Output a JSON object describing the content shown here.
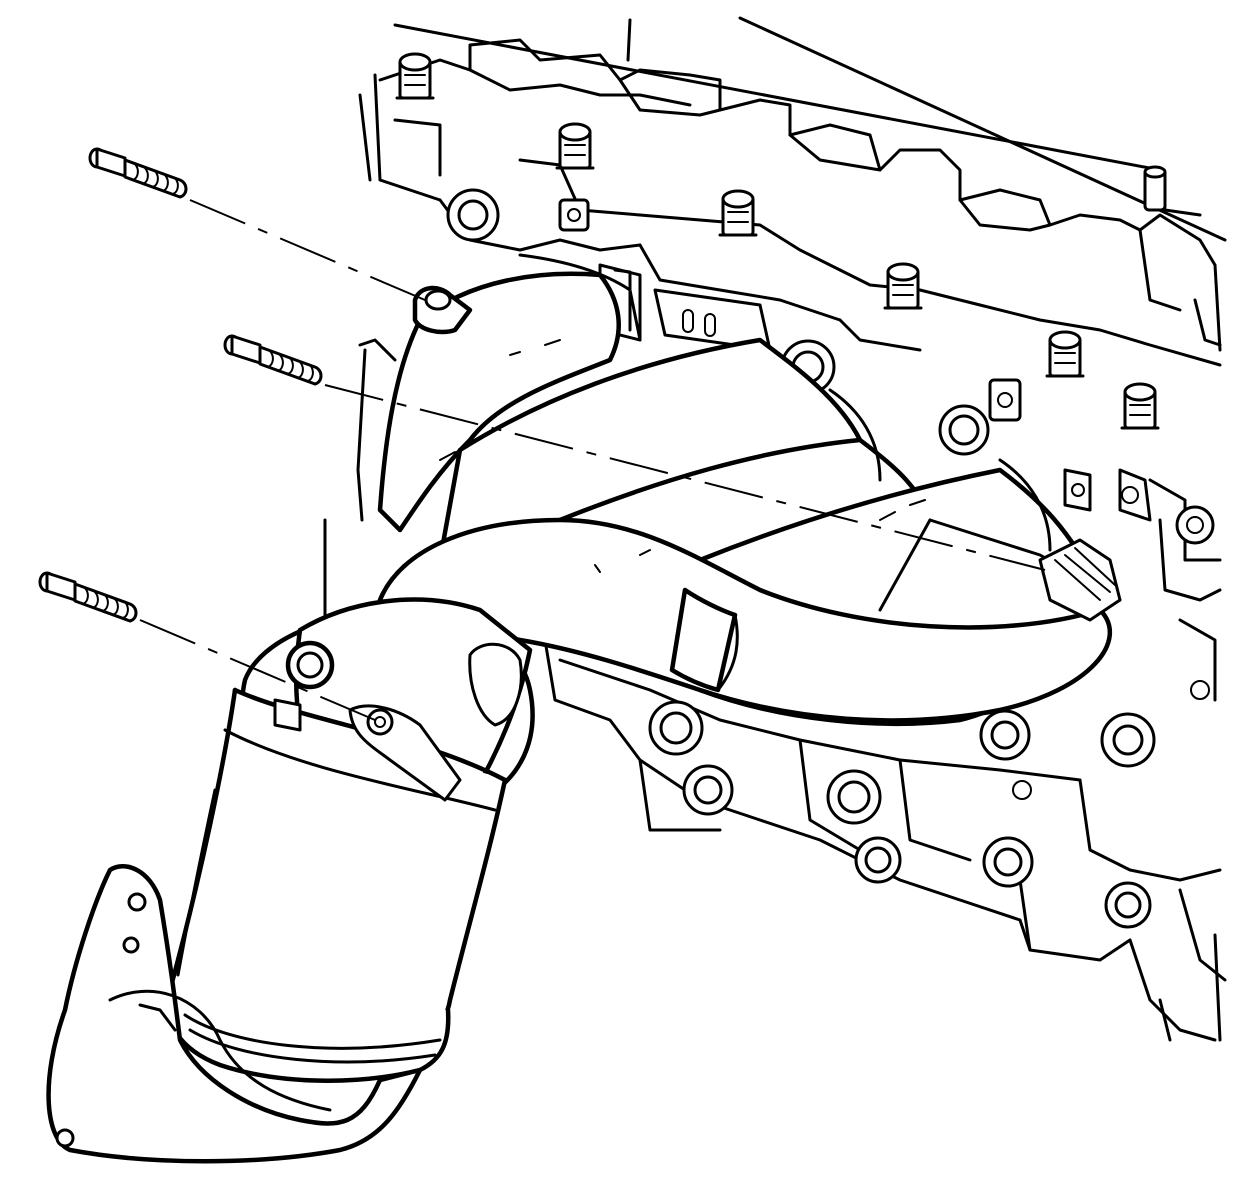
{
  "diagram": {
    "kind": "exploded-view",
    "style": "black line art on white",
    "parts": [
      {
        "name": "engine-block",
        "icon": "engine-icon"
      },
      {
        "name": "cylinder-head-bolts",
        "icon": "bolt-icon",
        "count": 6
      },
      {
        "name": "exhaust-manifold",
        "icon": "manifold-icon"
      },
      {
        "name": "catalytic-converter",
        "icon": "converter-icon"
      },
      {
        "name": "outlet-flange",
        "icon": "flange-icon"
      },
      {
        "name": "manifold-studs",
        "icon": "stud-icon",
        "count": 3
      }
    ],
    "colors": {
      "line": "#000000",
      "background": "#ffffff"
    }
  }
}
